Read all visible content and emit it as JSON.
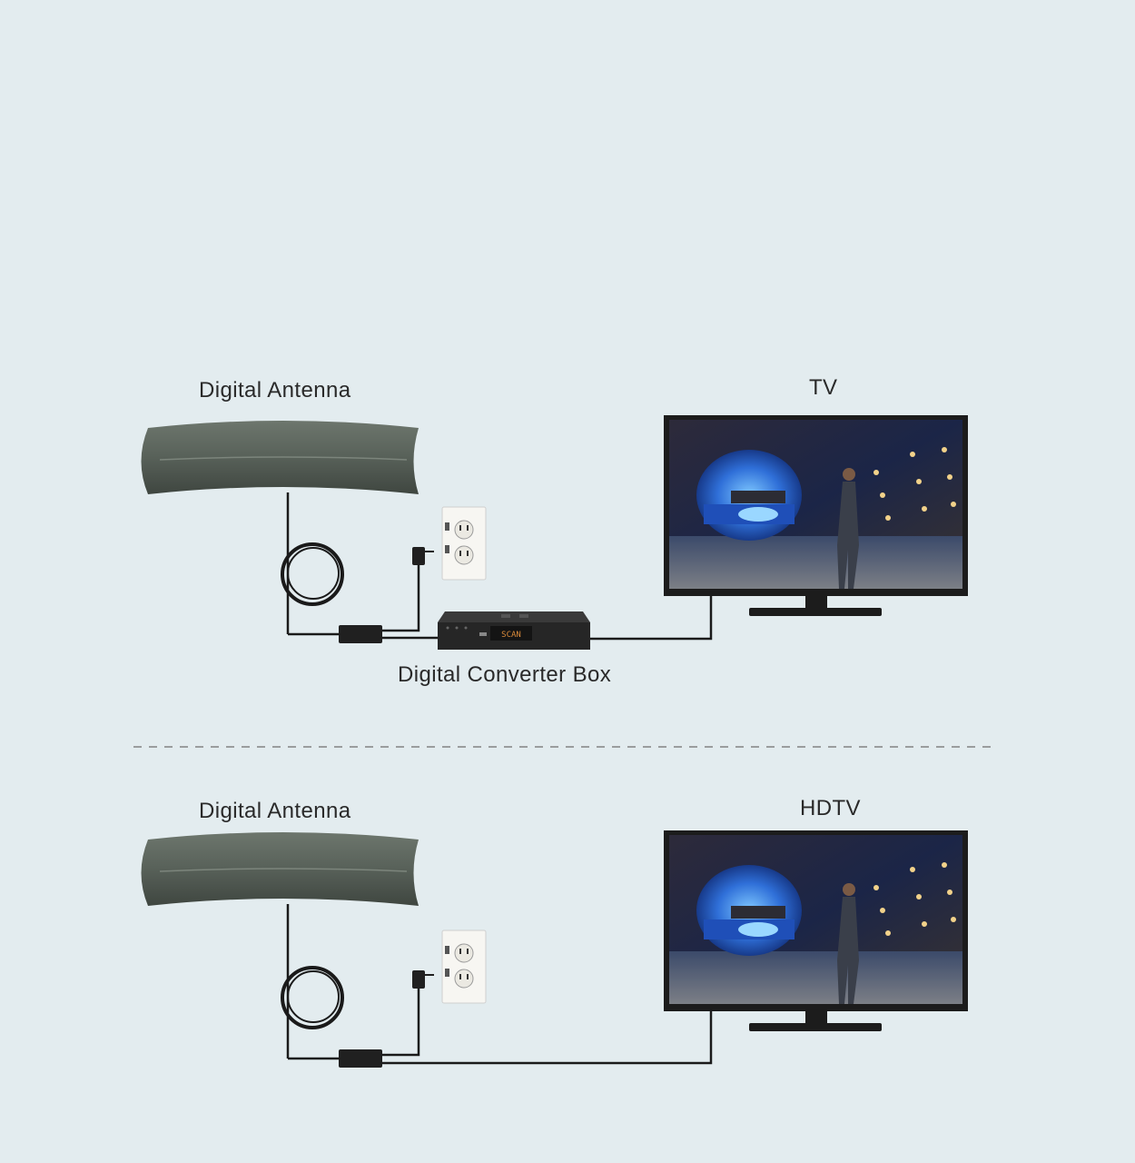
{
  "diagram1": {
    "antenna_label": "Digital Antenna",
    "tv_label": "TV",
    "box_label": "Digital Converter Box",
    "box_display": "SCAN"
  },
  "diagram2": {
    "antenna_label": "Digital Antenna",
    "tv_label": "HDTV"
  },
  "colors": {
    "background": "#e3ecef",
    "antenna": "#596259",
    "cable": "#1a1a1a",
    "outlet": "#f7f6f2",
    "tv_frame": "#1c1c1c",
    "box_display": "#d98a3a"
  }
}
